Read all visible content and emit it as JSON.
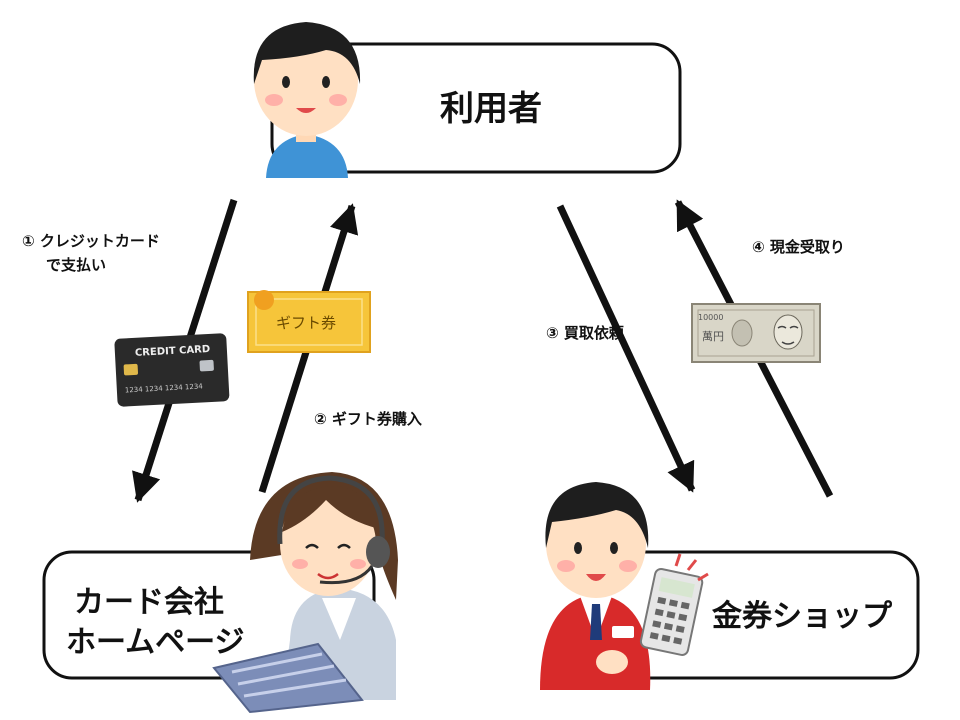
{
  "nodes": {
    "user": {
      "label": "利用者"
    },
    "card_company": {
      "label_line1": "カード会社",
      "label_line2": "ホームページ"
    },
    "ticket_shop": {
      "label": "金券ショップ"
    }
  },
  "steps": {
    "step1": {
      "line1": "① クレジットカード",
      "line2": "で支払い"
    },
    "step2": {
      "label": "② ギフト券購入"
    },
    "step3": {
      "label": "③ 買取依頼"
    },
    "step4": {
      "label": "④ 現金受取り"
    }
  },
  "items": {
    "credit_card": {
      "text": "CREDIT CARD",
      "digits": "1234 1234 1234 1234"
    },
    "gift_ticket": {
      "text": "ギフト券"
    },
    "banknote": {
      "denomination": "10000",
      "kanji": "萬円"
    }
  },
  "colors": {
    "arrow": "#111111",
    "box_border": "#111111",
    "gift_ticket": "#f6c53a",
    "banknote": "#d9d6c8",
    "card": "#2a2a2a",
    "shirt_blue": "#3f93d6",
    "shop_red": "#d82a2a"
  }
}
